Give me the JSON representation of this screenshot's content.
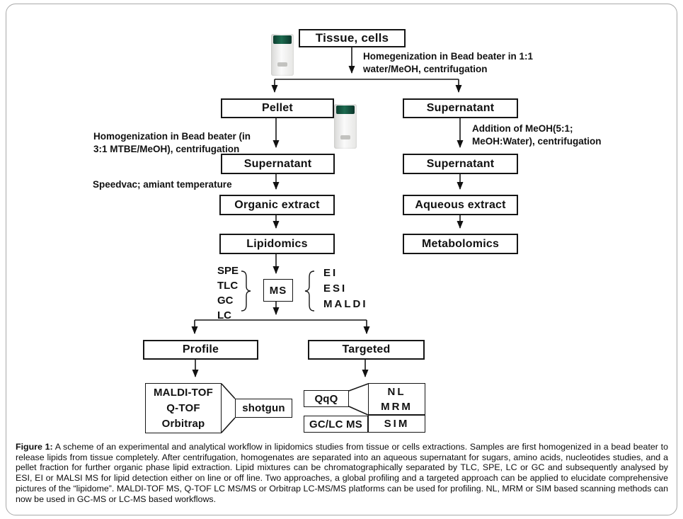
{
  "figure": {
    "nodes": {
      "tissue": "Tissue, cells",
      "pellet": "Pellet",
      "supernatant_left": "Supernatant",
      "organic_extract": "Organic extract",
      "lipidomics": "Lipidomics",
      "supernatant_right_1": "Supernatant",
      "supernatant_right_2": "Supernatant",
      "aqueous_extract": "Aqueous extract",
      "metabolomics": "Metabolomics",
      "ms": "MS",
      "profile": "Profile",
      "targeted": "Targeted",
      "profiling_platforms": [
        "MALDI-TOF",
        "Q-TOF",
        "Orbitrap"
      ],
      "shotgun": "shotgun",
      "qqq": "QqQ",
      "gc_lc_ms": "GC/LC MS",
      "scan_modes_top": [
        "NL",
        "MRM"
      ],
      "sim": "SIM"
    },
    "annotations": {
      "homogenization_top": "Homegenization in Bead beater in 1:1\nwater/MeOH, centrifugation",
      "homogenization_left": "Homogenization in Bead beater (in\n3:1 MTBE/MeOH), centrifugation",
      "meoh_addition": "Addition of MeOH(5:1;\nMeOH:Water), centrifugation",
      "speedvac": "Speedvac; amiant temperature"
    },
    "ms_separation_methods": [
      "SPE",
      "TLC",
      "GC",
      "LC"
    ],
    "ms_ionization_methods": [
      "EI",
      "ESI",
      "MALDI"
    ],
    "caption": {
      "label": "Figure 1:",
      "text": " A scheme of an experimental and analytical workflow in lipidomics studies from tissue or cells extractions. Samples are first homogenized in a bead beater to release lipids from tissue completely. After centrifugation, homogenates are separated into an aqueous supernatant for sugars, amino acids, nucleotides studies, and a pellet fraction for further organic phase lipid extraction. Lipid mixtures can be chromatographically separated by TLC, SPE, LC or GC and subsequently analysed by ESI, EI or MALSI MS for lipid detection either on line or off line. Two approaches, a global profiling and a targeted approach can be applied to elucidate comprehensive pictures of the “lipidome”. MALDI-TOF MS, Q-TOF LC MS/MS or Orbitrap LC-MS/MS platforms can be used for profiling. NL, MRM or SIM based scanning methods can now be used in GC-MS or LC-MS based workflows."
    }
  }
}
